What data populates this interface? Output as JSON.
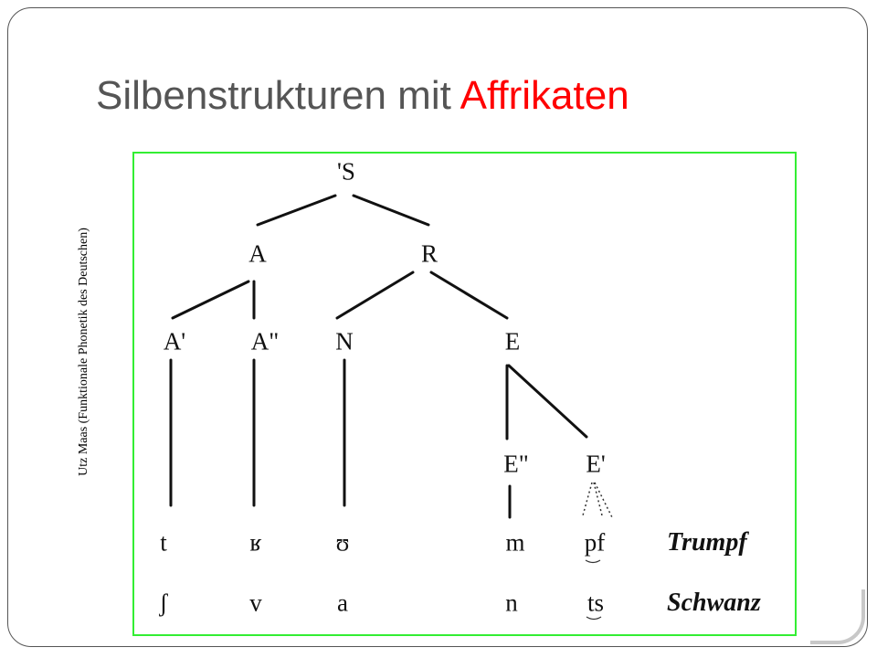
{
  "slide": {
    "title_main": "Silbenstrukturen mit ",
    "title_accent": "Affrikaten",
    "accent_color": "#ff0000",
    "side_caption": "Utz Maas (Funktionale Phonetik des Deutschen)"
  },
  "tree": {
    "nodes": {
      "S": "'S",
      "A": "A",
      "R": "R",
      "A1": "A'",
      "A2": "A\"",
      "N": "N",
      "E": "E",
      "E2": "E\"",
      "E1": "E'"
    },
    "rows": [
      {
        "segments": [
          "t",
          "ʁ",
          "ʊ",
          "m",
          "pf"
        ],
        "word": "Trumpf"
      },
      {
        "segments": [
          "ʃ",
          "v",
          "a",
          "n",
          "ts"
        ],
        "word": "Schwanz"
      }
    ],
    "frame_color": "#33ee33"
  }
}
